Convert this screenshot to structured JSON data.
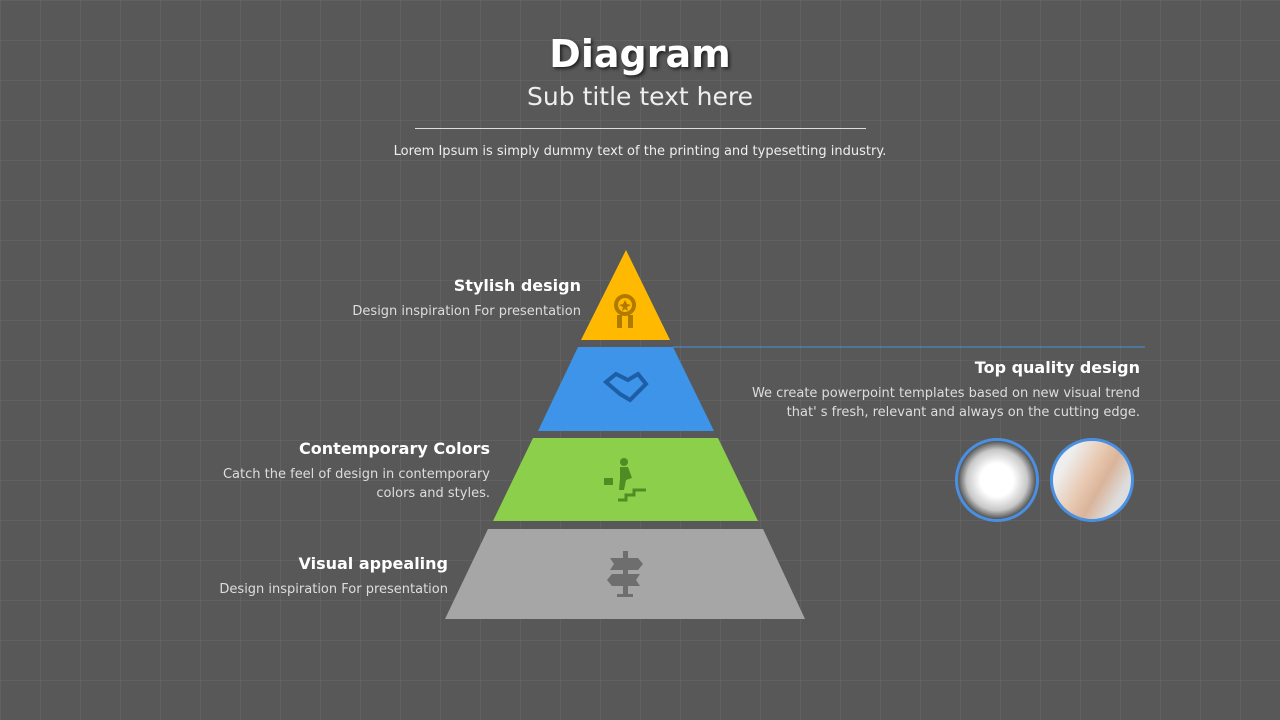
{
  "header": {
    "title": "Diagram",
    "subtitle": "Sub title text here",
    "description": "Lorem Ipsum is simply dummy text of the printing and typesetting industry."
  },
  "tiers": [
    {
      "title": "Stylish design",
      "text": "Design inspiration For presentation",
      "icon": "award-icon",
      "color": "#ffb900"
    },
    {
      "title": "Top quality design",
      "text": "We create powerpoint templates based on new visual trend that' s fresh, relevant and always on the cutting edge.",
      "icon": "handshake-icon",
      "color": "#3d94e8"
    },
    {
      "title": "Contemporary Colors",
      "text": "Catch the feel of design in contemporary colors and styles.",
      "icon": "climbing-stairs-icon",
      "color": "#8bcf4b"
    },
    {
      "title": "Visual appealing",
      "text": "Design inspiration For presentation",
      "icon": "signpost-icon",
      "color": "#a6a6a6"
    }
  ]
}
